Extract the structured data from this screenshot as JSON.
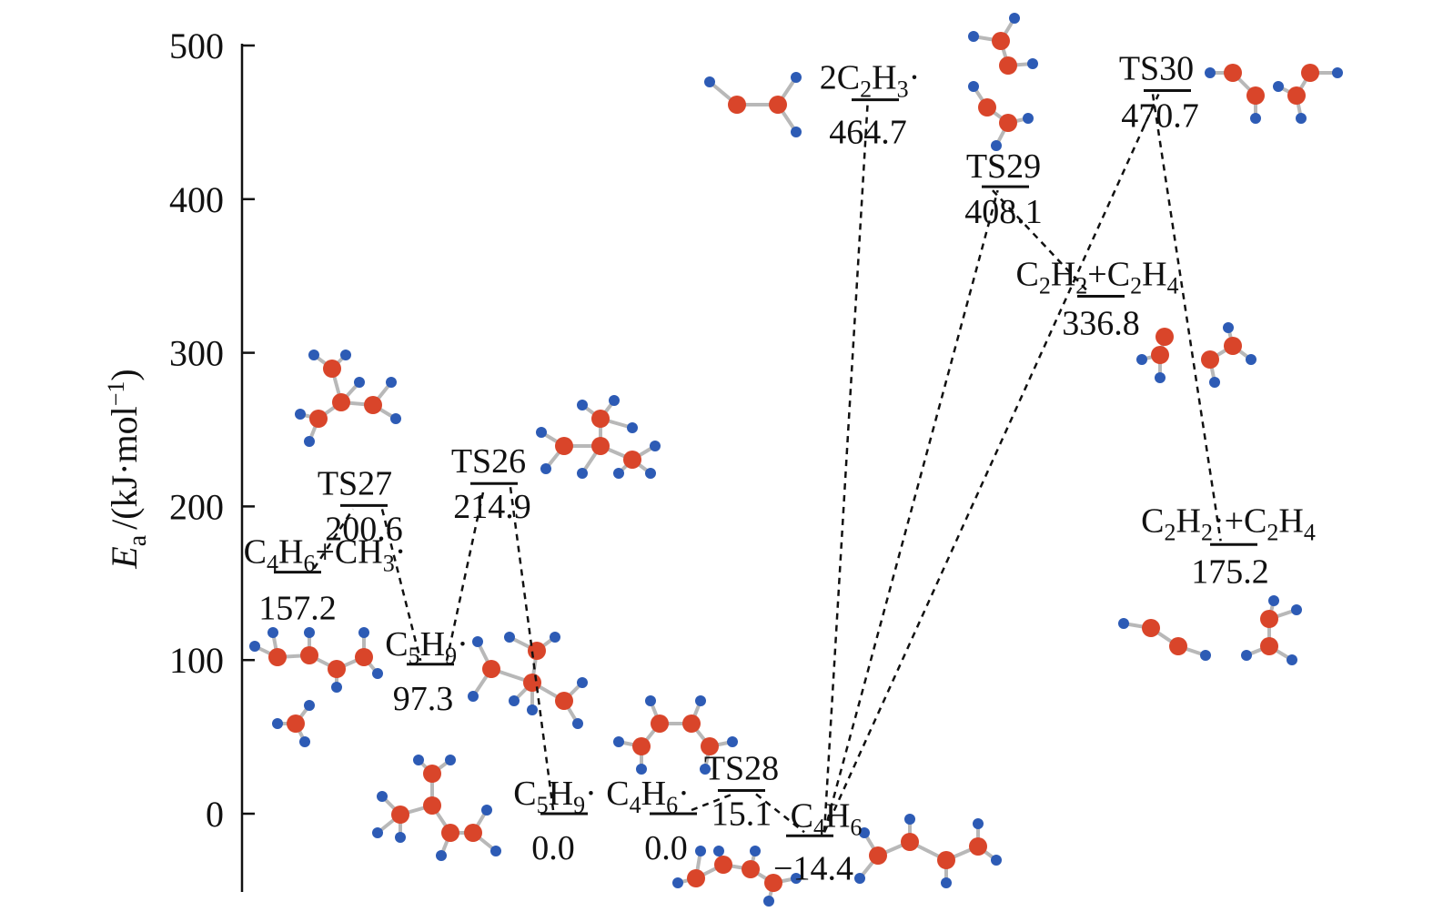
{
  "chart_data": {
    "type": "line",
    "title": "",
    "xlabel": "",
    "ylabel": {
      "symbol": "E",
      "subscript": "a",
      "unit_text": "/(kJ·mol",
      "unit_sup": "−1",
      "unit_close": ")"
    },
    "ylim": [
      -50,
      500
    ],
    "y_ticks": [
      "0",
      "100",
      "200",
      "300",
      "400",
      "500"
    ],
    "grid": false,
    "legend": "none",
    "states": [
      {
        "id": "c4h6-ch3",
        "label_parts": [
          [
            "C",
            false
          ],
          [
            "4",
            true
          ],
          [
            "H",
            false
          ],
          [
            "6",
            true
          ],
          [
            "+CH",
            false
          ],
          [
            "3",
            true
          ],
          [
            "·",
            false
          ]
        ],
        "energy": 157.2,
        "value_text": "157.2"
      },
      {
        "id": "ts27",
        "label_parts": [
          [
            "TS27",
            false
          ]
        ],
        "energy": 200.6,
        "value_text": "200.6"
      },
      {
        "id": "c5h9-97",
        "label_parts": [
          [
            "C",
            false
          ],
          [
            "5",
            true
          ],
          [
            "H",
            false
          ],
          [
            "9",
            true
          ],
          [
            "·",
            false
          ]
        ],
        "energy": 97.3,
        "value_text": "97.3"
      },
      {
        "id": "ts26",
        "label_parts": [
          [
            "TS26",
            false
          ]
        ],
        "energy": 214.9,
        "value_text": "214.9"
      },
      {
        "id": "c5h9-0",
        "label_parts": [
          [
            "C",
            false
          ],
          [
            "5",
            true
          ],
          [
            "H",
            false
          ],
          [
            "9",
            true
          ],
          [
            "·",
            false
          ]
        ],
        "energy": 0.0,
        "value_text": "0.0"
      },
      {
        "id": "c4h6-0",
        "label_parts": [
          [
            "C",
            false
          ],
          [
            "4",
            true
          ],
          [
            "H",
            false
          ],
          [
            "6",
            true
          ],
          [
            "·",
            false
          ]
        ],
        "energy": 0.0,
        "value_text": "0.0"
      },
      {
        "id": "ts28",
        "label_parts": [
          [
            "TS28",
            false
          ]
        ],
        "energy": 15.1,
        "value_text": "15.1"
      },
      {
        "id": "c4h6-neg",
        "label_parts": [
          [
            "C",
            false
          ],
          [
            "4",
            true
          ],
          [
            "H",
            false
          ],
          [
            "6",
            true
          ]
        ],
        "energy": -14.4,
        "value_text": "−14.4"
      },
      {
        "id": "2c2h3",
        "label_parts": [
          [
            "2C",
            false
          ],
          [
            "2",
            true
          ],
          [
            "H",
            false
          ],
          [
            "3",
            true
          ],
          [
            "·",
            false
          ]
        ],
        "energy": 464.7,
        "value_text": "464.7"
      },
      {
        "id": "ts29",
        "label_parts": [
          [
            "TS29",
            false
          ]
        ],
        "energy": 408.1,
        "value_text": "408.1"
      },
      {
        "id": "c2h2-336",
        "label_parts": [
          [
            "C",
            false
          ],
          [
            "2",
            true
          ],
          [
            "H",
            false
          ],
          [
            "2",
            true
          ],
          [
            "+C",
            false
          ],
          [
            "2",
            true
          ],
          [
            "H",
            false
          ],
          [
            "4",
            true
          ]
        ],
        "energy": 336.8,
        "value_text": "336.8"
      },
      {
        "id": "ts30",
        "label_parts": [
          [
            "TS30",
            false
          ]
        ],
        "energy": 470.7,
        "value_text": "470.7"
      },
      {
        "id": "c2h2-175",
        "label_parts": [
          [
            "C",
            false
          ],
          [
            "2",
            true
          ],
          [
            "H",
            false
          ],
          [
            "2",
            true
          ],
          [
            "·+C",
            false
          ],
          [
            "2",
            true
          ],
          [
            "H",
            false
          ],
          [
            "4",
            true
          ]
        ],
        "energy": 175.2,
        "value_text": "175.2"
      }
    ],
    "connections": [
      [
        "c4h6-ch3",
        "ts27"
      ],
      [
        "ts27",
        "c5h9-97"
      ],
      [
        "c5h9-97",
        "ts26"
      ],
      [
        "ts26",
        "c5h9-0"
      ],
      [
        "c4h6-0",
        "ts28"
      ],
      [
        "ts28",
        "c4h6-neg"
      ],
      [
        "c4h6-neg",
        "2c2h3"
      ],
      [
        "c4h6-neg",
        "ts29"
      ],
      [
        "ts29",
        "c2h2-336"
      ],
      [
        "c4h6-neg",
        "ts30"
      ],
      [
        "ts30",
        "c2h2-175"
      ]
    ],
    "colors": {
      "carbon_atom": "#d9452a",
      "hydrogen_atom": "#2d5bb5",
      "bond": "#b8b8b8",
      "line": "#111111"
    },
    "molecule_images": [
      "molecule-c4h6-ch3",
      "molecule-ts27",
      "molecule-c5h9",
      "molecule-ts26",
      "molecule-c5h9-radical",
      "molecule-c4h6",
      "molecule-ts28",
      "molecule-c4h6-product",
      "molecule-2c2h3",
      "molecule-ts29",
      "molecule-c2h2-c2h4",
      "molecule-ts30",
      "molecule-c2h2-radical-c2h4"
    ]
  }
}
